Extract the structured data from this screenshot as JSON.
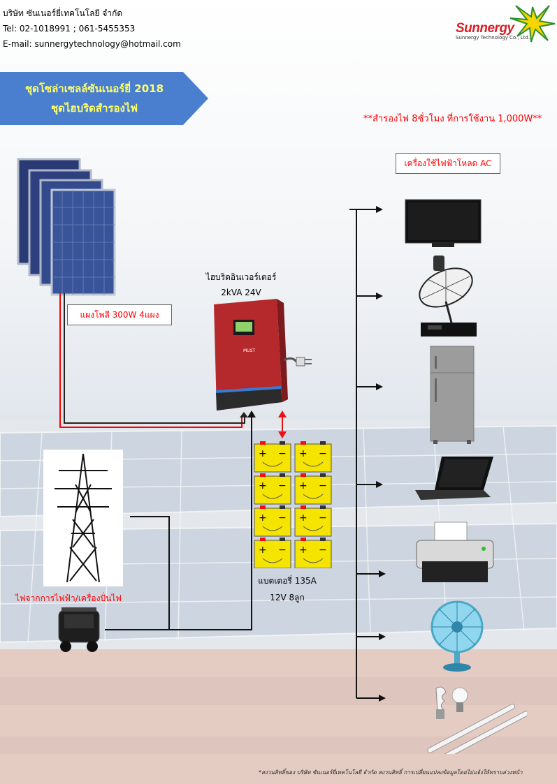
{
  "company": {
    "name": "บริษัท ซันเนอร์ยี่เทคโนโลยี จำกัด",
    "tel": "Tel: 02-1018991 ; 061-5455353",
    "email": "E-mail: sunnergytechnology@hotmail.com"
  },
  "logo": {
    "name": "Sunnergy",
    "subtitle": "Sunnergy Technology Co., Ltd."
  },
  "title": {
    "line1": "ชุดโซล่าเซลล์ซันเนอร์ยี่ 2018",
    "line2": "ชุดไฮบริดสำรองไฟ"
  },
  "backup_note": "**สำรองไฟ 8ชั่วโมง ที่การใช้งาน 1,000W**",
  "panel_label": "แผงโพลี 300W 4แผง",
  "inverter": {
    "line1": "ไฮบริดอินเวอร์เตอร์",
    "line2": "2kVA 24V",
    "brand": "MUST"
  },
  "battery": {
    "line1": "แบตเตอรี่ 135A",
    "line2": "12V 8ลูก"
  },
  "grid_label": "ไฟจากการไฟฟ้า/เครื่องปั่นไฟ",
  "load_label": "เครื่องใช้ไฟฟ้าโหลด AC",
  "loads": [
    "tv-icon",
    "satellite-dish-icon",
    "refrigerator-icon",
    "laptop-icon",
    "printer-icon",
    "fan-icon",
    "light-bulb-icon"
  ],
  "footer": "*สงวนสิทธิ์ของ บริษัท ซันเนอร์ยี่เทคโนโลยี จำกัด สงวนสิทธิ์ การเปลี่ยนแปลงข้อมูลโดยไม่แจ้งให้ทราบล่วงหน้า",
  "colors": {
    "title_bg": "#4a7fd0",
    "title_text": "#ffff66",
    "red_wire": "#ff0000",
    "inverter_red": "#b5282c",
    "battery_yellow": "#f5e300"
  }
}
